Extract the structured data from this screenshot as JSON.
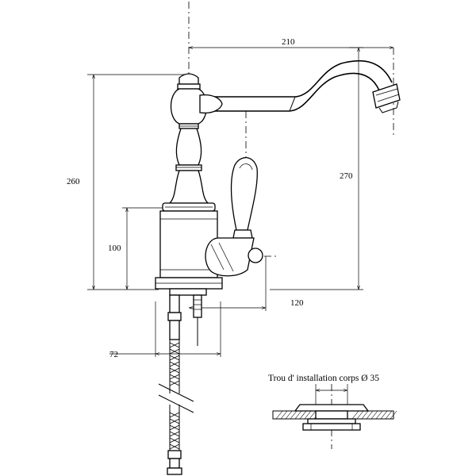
{
  "dimensions": {
    "spout_reach": "210",
    "total_height": "260",
    "spout_height": "270",
    "body_height": "100",
    "handle_offset": "120",
    "base_width": "72"
  },
  "install_note": {
    "text": "Trou d' installation corps  Ø 35"
  }
}
